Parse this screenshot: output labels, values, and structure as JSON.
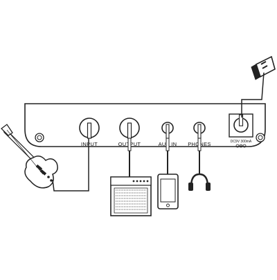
{
  "panel": {
    "ports": [
      {
        "id": "input",
        "label": "INPUT"
      },
      {
        "id": "output",
        "label": "OUTPUT"
      },
      {
        "id": "aux_in",
        "label": "AUX IN"
      },
      {
        "id": "phones",
        "label": "PHONES"
      }
    ],
    "power_label": "DC9V 300mA"
  },
  "devices": [
    {
      "id": "guitar",
      "icon": "electric-guitar-icon"
    },
    {
      "id": "amplifier",
      "icon": "amplifier-icon"
    },
    {
      "id": "tablet",
      "icon": "tablet-icon"
    },
    {
      "id": "headphones",
      "icon": "headphones-icon"
    },
    {
      "id": "adapter",
      "icon": "power-adapter-icon"
    }
  ]
}
